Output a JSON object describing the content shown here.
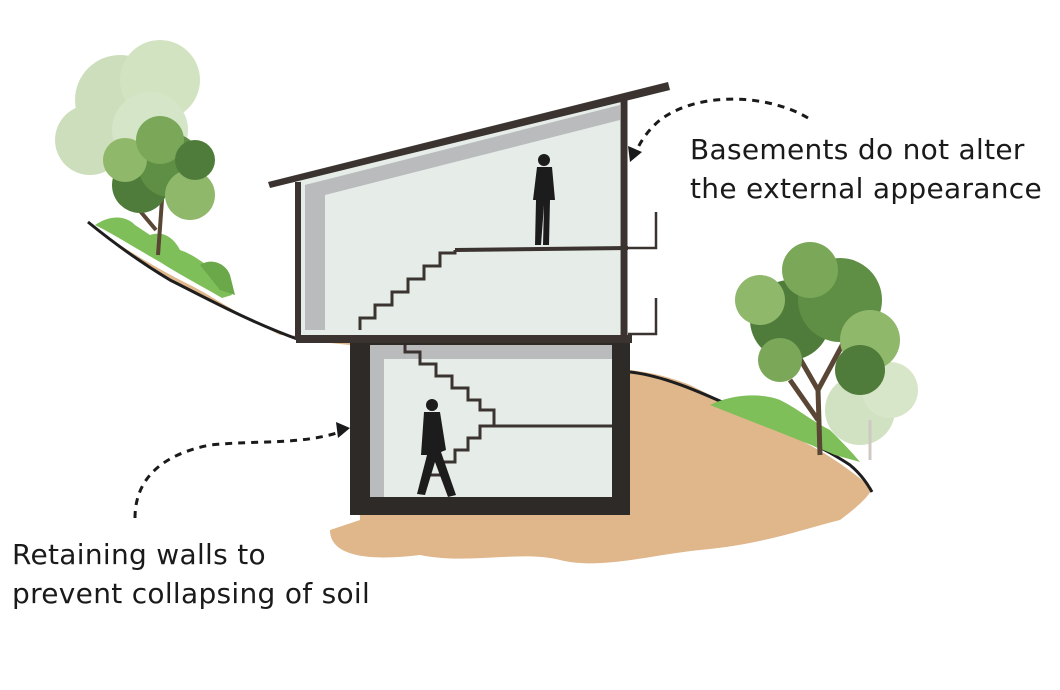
{
  "annotations": {
    "top": {
      "line1": "Basements do not alter",
      "line2": "the external appearance"
    },
    "bottom": {
      "line1": "Retaining walls to",
      "line2": "prevent collapsing of soil"
    }
  },
  "colors": {
    "soil": "#e0b78b",
    "ground_line": "#1e1e1e",
    "wall": "#3a3330",
    "retaining_wall": "#2e2a27",
    "interior": "#e6ece8",
    "interior_shadow": "#b9bbbc",
    "foliage_dark": "#4f7c3a",
    "foliage_light": "#8fb86a",
    "grass": "#7fbf5a",
    "trunk": "#5a4634"
  }
}
